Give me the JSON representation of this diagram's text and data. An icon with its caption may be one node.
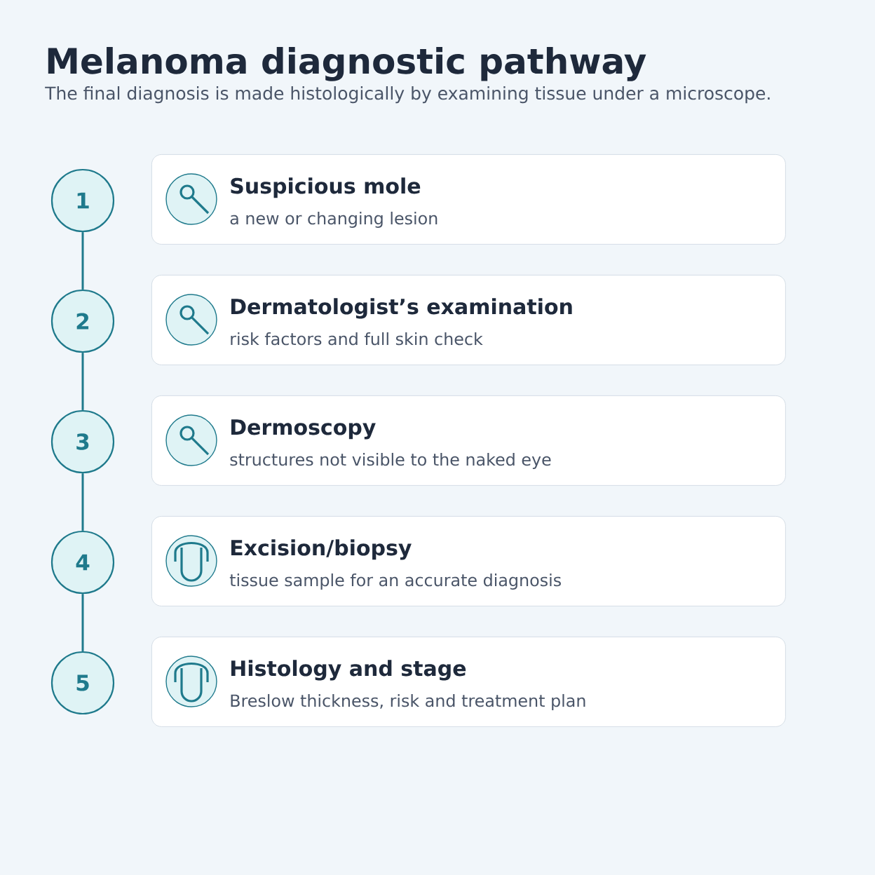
{
  "diagram": {
    "title": "Melanoma diagnostic pathway",
    "caption": "The final diagnosis is made histologically by examining tissue under a microscope.",
    "nodes": [
      {
        "text": [
          "1"
        ]
      },
      {
        "text": [
          "Suspicious mole",
          "a new or changing lesion"
        ]
      },
      {
        "text": [
          "2"
        ]
      },
      {
        "text": [
          "Dermatologist’s examination",
          "risk factors and full skin check"
        ]
      },
      {
        "text": [
          "3"
        ]
      },
      {
        "text": [
          "Dermoscopy",
          "structures not visible to the naked eye"
        ]
      },
      {
        "text": [
          "4"
        ]
      },
      {
        "text": [
          "Excision/biopsy",
          "tissue sample for an accurate diagnosis"
        ]
      },
      {
        "text": [
          "5"
        ]
      },
      {
        "text": [
          "Histology and stage",
          "Breslow thickness, risk and treatment plan"
        ]
      }
    ],
    "edges": [
      {
        "from": 0,
        "to": 2,
        "arrow": "none"
      },
      {
        "from": 2,
        "to": 4,
        "arrow": "none"
      },
      {
        "from": 4,
        "to": 6,
        "arrow": "none"
      },
      {
        "from": 6,
        "to": 8,
        "arrow": "none"
      }
    ]
  }
}
